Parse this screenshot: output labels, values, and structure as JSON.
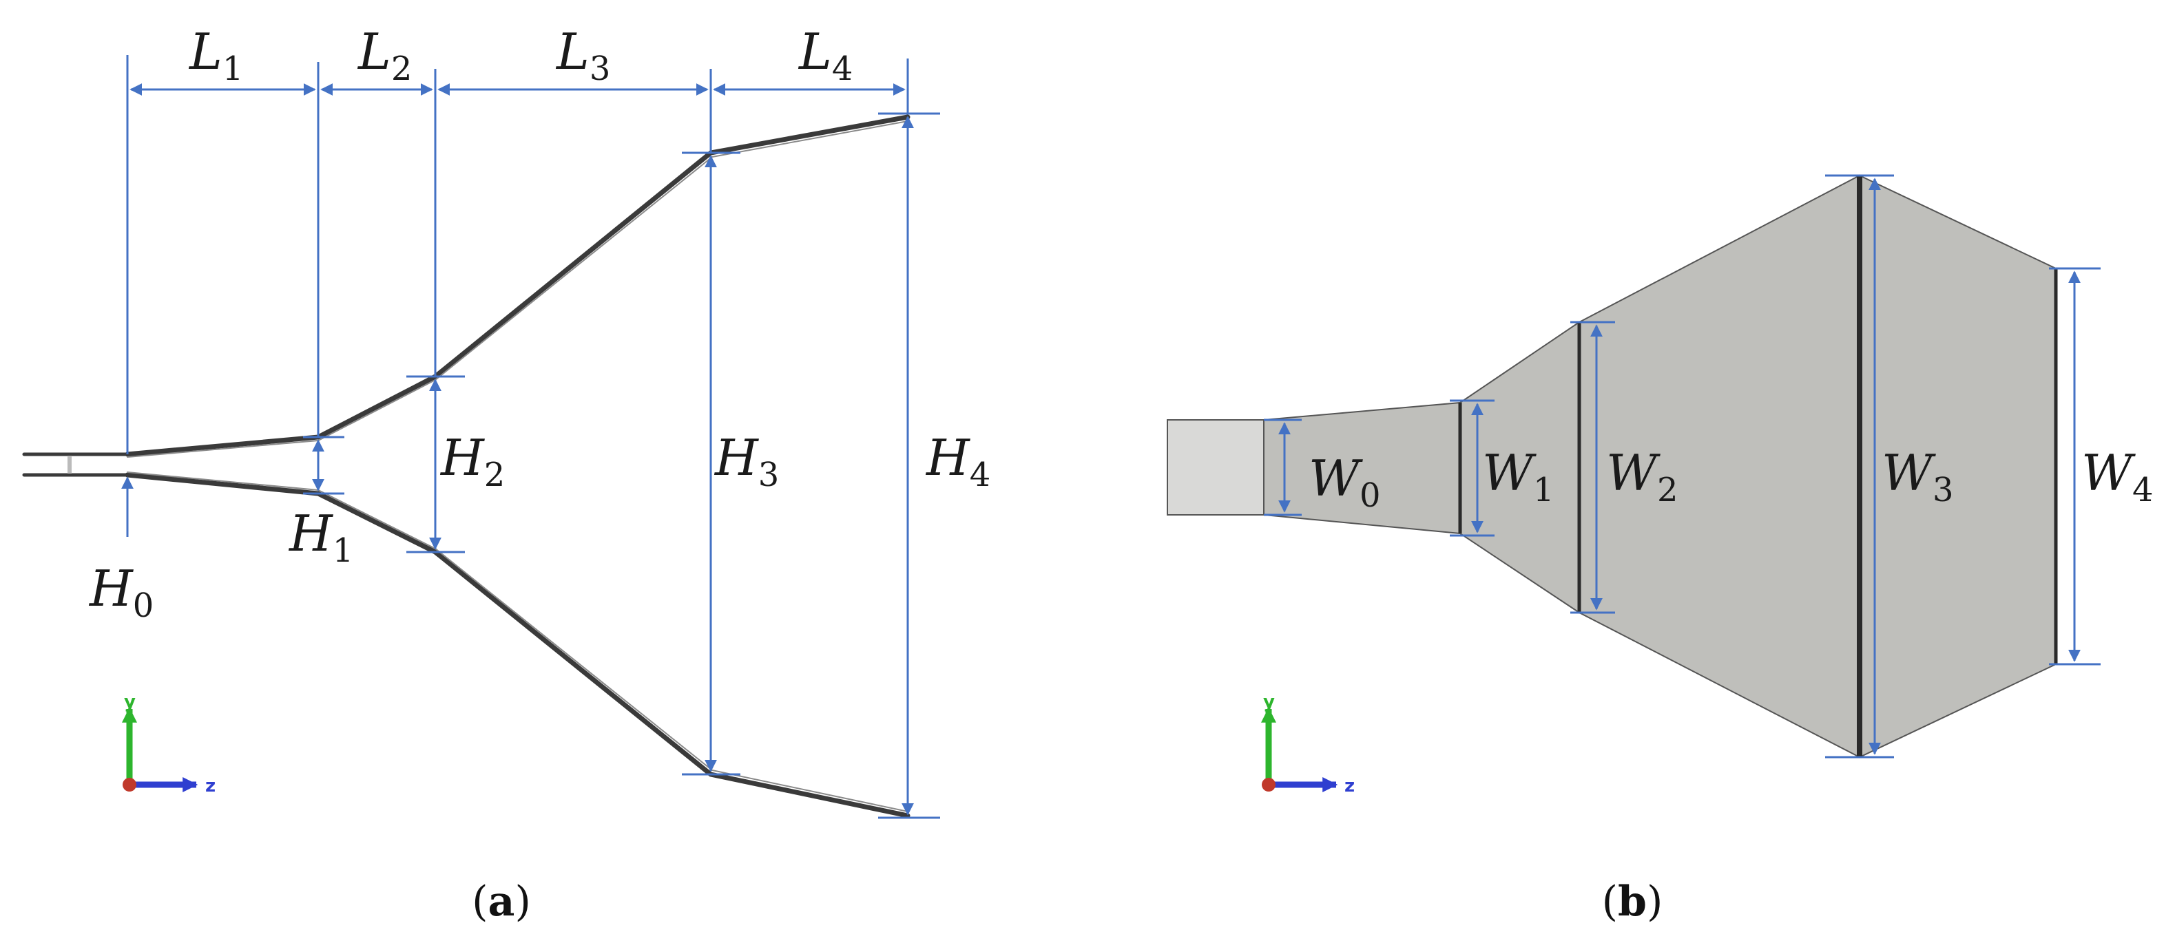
{
  "colors": {
    "dimension": "#4472C4",
    "horn_wall": "#3a3a3a",
    "horn_fill": "#bfbfbb",
    "waveguide_fill": "#d9d9d7",
    "axis_y": "#2db52d",
    "axis_z": "#2f3fd0",
    "axis_origin": "#c0392b"
  },
  "panel_a": {
    "caption_letter": "a",
    "length_labels": [
      {
        "base": "L",
        "sub": "1"
      },
      {
        "base": "L",
        "sub": "2"
      },
      {
        "base": "L",
        "sub": "3"
      },
      {
        "base": "L",
        "sub": "4"
      }
    ],
    "height_labels": [
      {
        "base": "H",
        "sub": "0"
      },
      {
        "base": "H",
        "sub": "1"
      },
      {
        "base": "H",
        "sub": "2"
      },
      {
        "base": "H",
        "sub": "3"
      },
      {
        "base": "H",
        "sub": "4"
      }
    ],
    "axis": {
      "y": "y",
      "z": "z"
    }
  },
  "panel_b": {
    "caption_letter": "b",
    "width_labels": [
      {
        "base": "W",
        "sub": "0"
      },
      {
        "base": "W",
        "sub": "1"
      },
      {
        "base": "W",
        "sub": "2"
      },
      {
        "base": "W",
        "sub": "3"
      },
      {
        "base": "W",
        "sub": "4"
      }
    ],
    "axis": {
      "y": "y",
      "z": "z"
    }
  }
}
